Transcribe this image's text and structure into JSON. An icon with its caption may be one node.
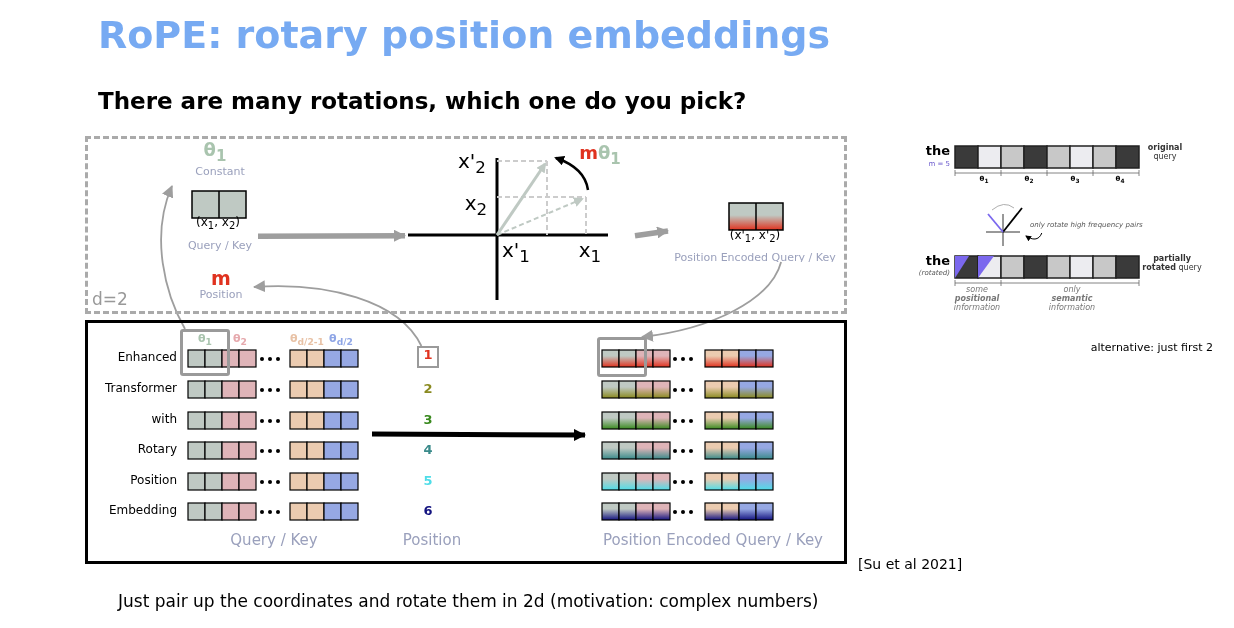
{
  "diagram": {
    "title": "RoPE: rotary position embeddings",
    "nodes": [
      {
        "text": [
          "d=2"
        ]
      },
      {
        "text": [
          "θ$_{1}$",
          "Constant"
        ],
        "in": 0
      },
      {
        "text": [
          "(x$_{1}$, x$_{2}$)",
          "Query / Key"
        ],
        "in": 0
      },
      {
        "text": [
          "m",
          "Position"
        ],
        "in": 0
      },
      {
        "text": [
          "x'$_{2}$",
          "x$_{2}$",
          "x'$_{1}$",
          "x$_{1}$",
          "**m**θ$_{1}$"
        ],
        "in": 0
      },
      {
        "text": [
          "(x'$_{1}$, x'$_{2}$)",
          "Position Encoded Query / Key"
        ],
        "in": 0
      },
      {
        "text": [],
        "shape": "box"
      },
      {
        "text": [
          "Query / Key"
        ],
        "in": 6
      },
      {
        "text": [],
        "shape": "box",
        "in": 6
      },
      {
        "text": [
          "Position"
        ],
        "in": 6
      },
      {
        "text": [
          "1"
        ],
        "in": 9
      },
      {
        "text": [
          "Position Encoded Query / Key"
        ],
        "in": 6
      },
      {
        "text": [],
        "shape": "box",
        "in": 11
      },
      {
        "text": [],
        "shape": "picture"
      },
      {
        "text": [
          "only rotate high frequency pairs"
        ]
      }
    ],
    "edges": [
      {
        "from": 2,
        "to": 4,
        "arrow": "to",
        "style": "thick"
      },
      {
        "from": 4,
        "to": 5,
        "arrow": "to",
        "style": "thick"
      },
      {
        "from": 8,
        "to": 1,
        "arrow": "to"
      },
      {
        "from": 10,
        "to": 3,
        "arrow": "to"
      },
      {
        "from": 5,
        "to": 12,
        "arrow": "to"
      },
      {
        "from": 7,
        "to": 11,
        "arrow": "to",
        "style": "thick",
        "color": "#000000"
      },
      {
        "from": 14,
        "to": 13,
        "arrow": "to",
        "color": "#000000"
      }
    ],
    "labels": [
      "There are many rotations, which one do you pick?",
      "the",
      "m = 5",
      "**original** query",
      "θ$_{1}$",
      "θ$_{2}$",
      "θ$_{3}$",
      "θ$_{4}$",
      "the",
      "(rotated)",
      "**partially rotated** query",
      "some **positional** information",
      "only **semantic** information",
      "alternative: just first 2",
      "Enhanced",
      "Transformer",
      "with",
      "Rotary",
      "Position",
      "Embedding",
      "θ$_{1}$",
      "θ$_{2}$",
      "θ$_{d/2-1}$",
      "θ$_{d/2}$",
      "2",
      "3",
      "4",
      "5",
      "6",
      "[Su et al 2021]",
      "Just pair up the coordinates and rotate them in 2d (motivation: complex numbers)"
    ]
  }
}
